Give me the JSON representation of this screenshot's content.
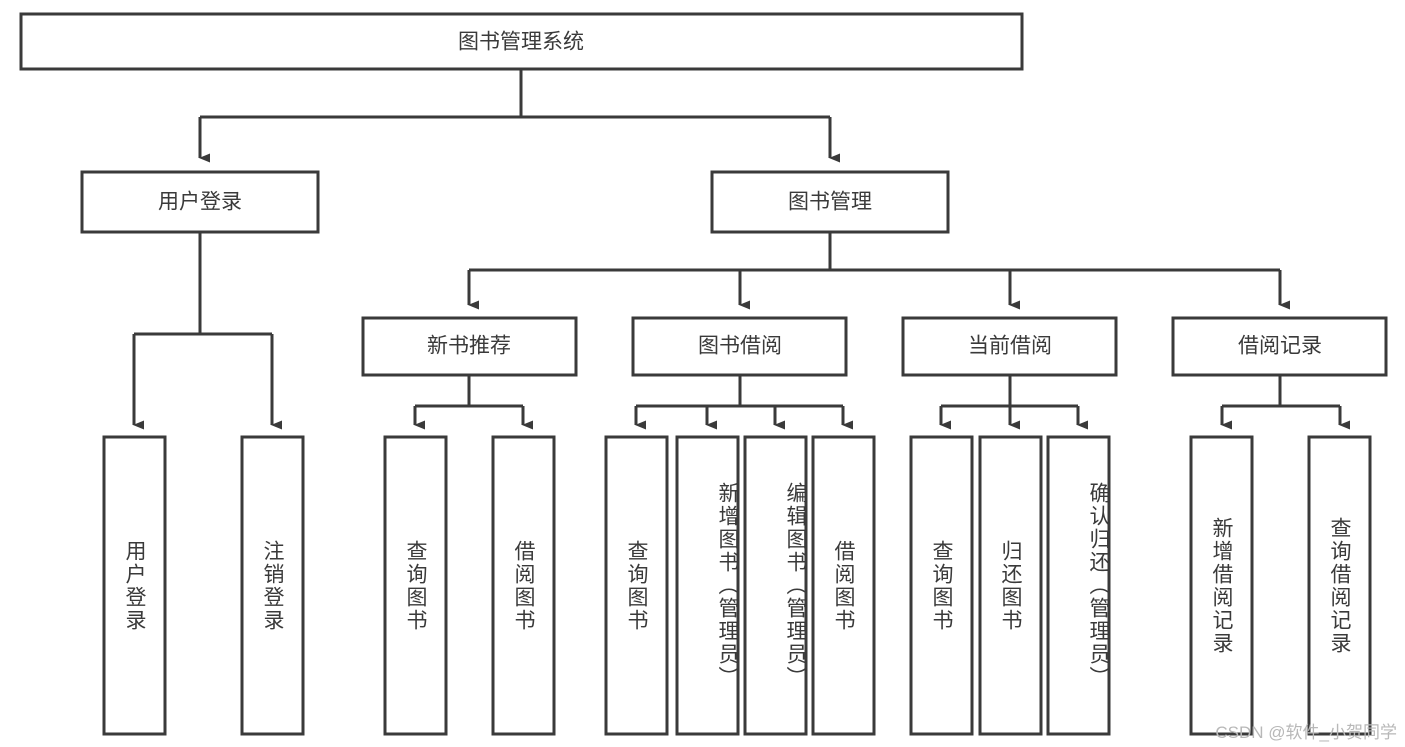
{
  "diagram": {
    "type": "tree",
    "title": "图书管理系统",
    "watermark": "CSDN @软件_小贺同学",
    "colors": {
      "stroke": "#3a3a3a",
      "fill": "#ffffff",
      "text": "#3a3a3a",
      "watermark": "#b8b8b8",
      "background": "#ffffff"
    },
    "root": {
      "label": "图书管理系统"
    },
    "level1": [
      {
        "label": "用户登录"
      },
      {
        "label": "图书管理"
      }
    ],
    "level2": [
      {
        "label": "新书推荐"
      },
      {
        "label": "图书借阅"
      },
      {
        "label": "当前借阅"
      },
      {
        "label": "借阅记录"
      }
    ],
    "leaves": {
      "user_login": [
        {
          "label": "用户登录"
        },
        {
          "label": "注销登录"
        }
      ],
      "new_book_recommend": [
        {
          "label": "查询图书"
        },
        {
          "label": "借阅图书"
        }
      ],
      "book_borrow": [
        {
          "label": "查询图书"
        },
        {
          "label": "新增图书（管理员）"
        },
        {
          "label": "编辑图书（管理员）"
        },
        {
          "label": "借阅图书"
        }
      ],
      "current_borrow": [
        {
          "label": "查询图书"
        },
        {
          "label": "归还图书"
        },
        {
          "label": "确认归还（管理员）"
        }
      ],
      "borrow_record": [
        {
          "label": "新增借阅记录"
        },
        {
          "label": "查询借阅记录"
        }
      ]
    }
  }
}
